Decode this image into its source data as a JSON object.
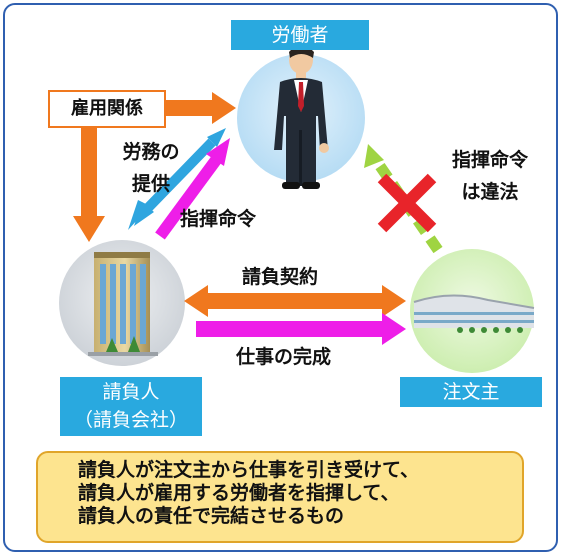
{
  "labels": {
    "worker": "労働者",
    "contractor_line1": "請負人",
    "contractor_line2": "（請負会社）",
    "client": "注文主"
  },
  "relations": {
    "employment": "雇用関係",
    "labor_line1": "労務の",
    "labor_line2": "提供",
    "command": "指揮命令",
    "illegal_line1": "指揮命令",
    "illegal_line2": "は違法",
    "contract": "請負契約",
    "completion": "仕事の完成"
  },
  "summary": {
    "line1": "請負人が注文主から仕事を引き受けて、",
    "line2": "請負人が雇用する労働者を指揮して、",
    "line3": "請負人の責任で完結させるもの"
  },
  "colors": {
    "frame": "#2f5fb0",
    "label_bg": "#29a9df",
    "employment_arrow": "#f0781e",
    "labor_arrow": "#2fa5df",
    "command_arrow": "#ee1ee8",
    "illegal_arrow": "#9fd442",
    "cross": "#e8242a",
    "summary_bg": "#fde48f"
  },
  "icons": {
    "worker": "businessman-illustration",
    "contractor": "office-building-illustration",
    "client": "factory-building-illustration",
    "illegal": "red-x-mark-icon"
  }
}
